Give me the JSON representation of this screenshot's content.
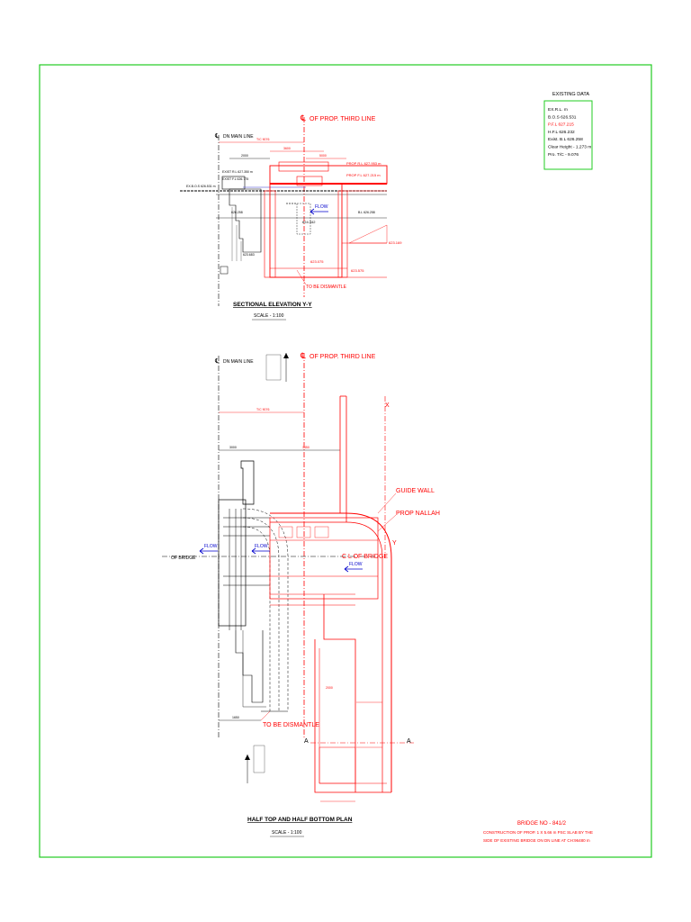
{
  "colors": {
    "border": "#22cc22",
    "drawing_black": "#000000",
    "proposed_red": "#ff0000",
    "flow_blue": "#0000cc"
  },
  "existing_data": {
    "heading": "EXISTING DATA",
    "rows": [
      {
        "text": "EX.R.L.          m",
        "color": "#000000"
      },
      {
        "text": "B.O.S 626.531",
        "color": "#000000"
      },
      {
        "text": "P.F.L 627.215",
        "color": "#ff0000"
      },
      {
        "text": "H.F.L 626.232",
        "color": "#000000"
      },
      {
        "text": "Exist. B.L 626.258",
        "color": "#000000"
      },
      {
        "text": "Clear Height - 1.273 m",
        "color": "#000000"
      },
      {
        "text": "Pro. T/C - 9.076",
        "color": "#000000"
      }
    ]
  },
  "elevation": {
    "cl_third_line": "OF PROP. THIRD LINE",
    "dn_main_line": "DN MAIN LINE",
    "prop_rl": "PROP R.L 627.953 m",
    "prop_fl": "PROP F.L 627.215 m",
    "flow": "FLOW",
    "to_be_dismantle": "TO BE DISMANTLE",
    "level_a": "624.342",
    "level_b": "623.075",
    "level_c": "623.169",
    "level_d": "626.258",
    "level_e": "623.683",
    "level_f": "623.575",
    "ex_bos": "EX.B.O.S 626.531 m",
    "exist_rl": "EXIST R.L 627.350 m",
    "exist_fl": "EXIST F.L 626.775",
    "dim_tc": "T/C 9076",
    "dim_1": "3600",
    "dim_2": "2000",
    "dim_3": "5000",
    "bl": "B.L 626.258",
    "title": "SECTIONAL ELEVATION Y-Y",
    "scale": "SCALE - 1:100"
  },
  "plan": {
    "cl_third_line": "OF PROP. THIRD LINE",
    "dn_main_line": "DN MAIN LINE",
    "cl_bridge_left": "OF BRIDGE",
    "flow": "FLOW",
    "guide_wall": "GUIDE WALL",
    "prop_nallah": "PROP NALLAH",
    "cl_of_bridge": "C L OF BRIDGE",
    "to_be_dismantle": "TO BE DISMANTLE",
    "section_a_left": "A",
    "section_a_right": "A",
    "section_x": "X",
    "section_y": "Y",
    "dim_tc": "T/C 9076",
    "dim_1": "3000",
    "dim_2": "1450",
    "dim_3": "2000",
    "dim_4": "1650",
    "title": "HALF TOP AND HALF BOTTOM PLAN",
    "scale": "SCALE - 1:100"
  },
  "title_block": {
    "bridge_no": "BRIDGE NO - 841/2",
    "line1": "CONSTRUCTION OF PROP. 1 X 5.66 m PSC SLAB BY THE",
    "line2": "SIDE OF EXISTING BRIDGE ON DN LINE AT CH:96480 m"
  }
}
